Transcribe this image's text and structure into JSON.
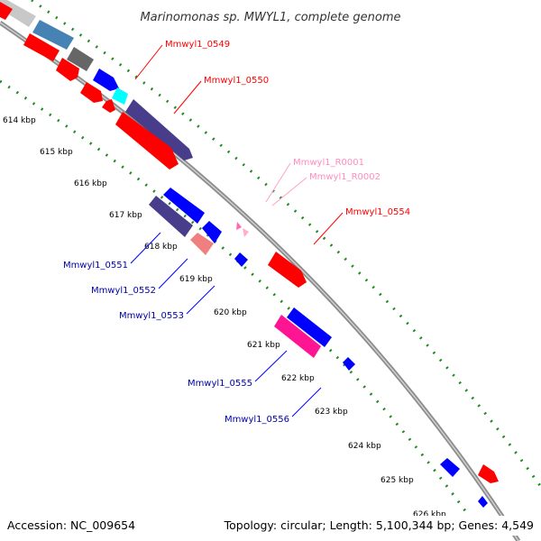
{
  "title": "Marinomonas sp. MWYL1, complete genome",
  "footer": {
    "accession": "Accession: NC_009654",
    "summary": "Topology: circular; Length: 5,100,344 bp; Genes: 4,549"
  },
  "ticks": [
    "614 kbp",
    "615 kbp",
    "616 kbp",
    "617 kbp",
    "618 kbp",
    "619 kbp",
    "620 kbp",
    "621 kbp",
    "622 kbp",
    "623 kbp",
    "624 kbp",
    "625 kbp",
    "626 kbp"
  ],
  "gene_labels": {
    "forward_red": [
      "Mmwyl1_0549",
      "Mmwyl1_0550",
      "Mmwyl1_0554"
    ],
    "rna_pink": [
      "Mmwyl1_R0001",
      "Mmwyl1_R0002"
    ],
    "reverse_blue": [
      "Mmwyl1_0551",
      "Mmwyl1_0552",
      "Mmwyl1_0553",
      "Mmwyl1_0555",
      "Mmwyl1_0556"
    ]
  },
  "colors": {
    "forward_gene": "#ff0000",
    "reverse_gene": "#0000ff",
    "rna": "#ff69b4",
    "backbone": "#999999",
    "dots": "#228b22"
  }
}
